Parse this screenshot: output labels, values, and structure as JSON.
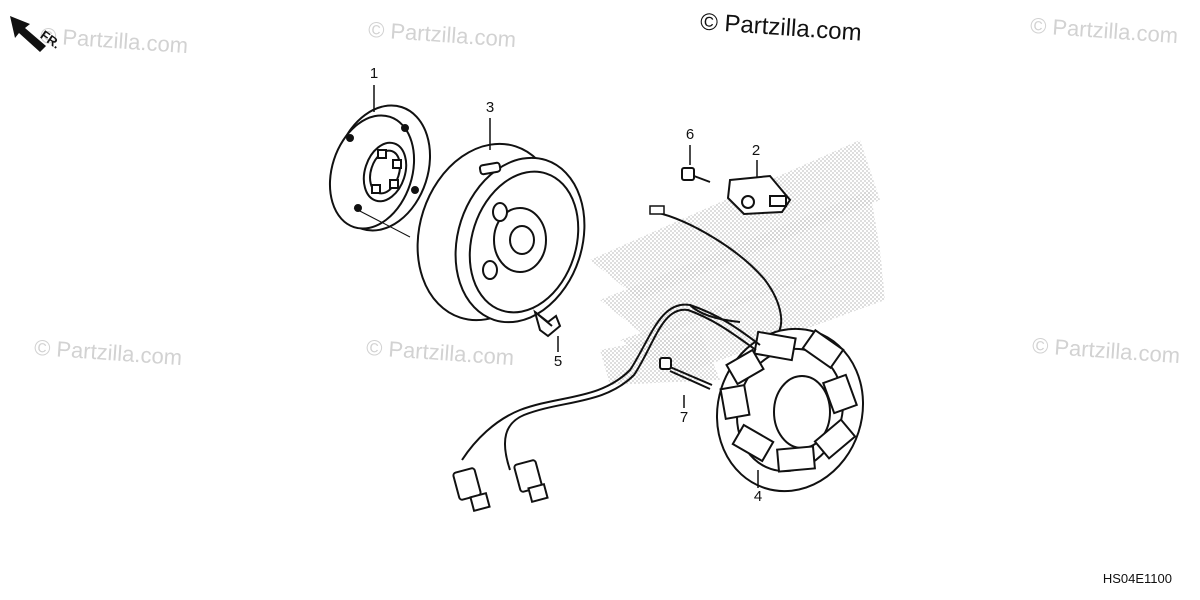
{
  "copyright": "© Partzilla.com",
  "watermark_text": "© Partzilla.com",
  "front_label": "FR.",
  "diagram_code": "HS04E1100",
  "callouts": {
    "flywheel_plate": "1",
    "pulse_generator": "2",
    "flywheel": "3",
    "stator": "4",
    "flywheel_bolt": "5",
    "pulse_generator_bolt": "6",
    "stator_bolt": "7"
  },
  "colors": {
    "line": "#111111",
    "watermark": "#d2d2d2",
    "background_pattern": "#bdbdbd"
  }
}
